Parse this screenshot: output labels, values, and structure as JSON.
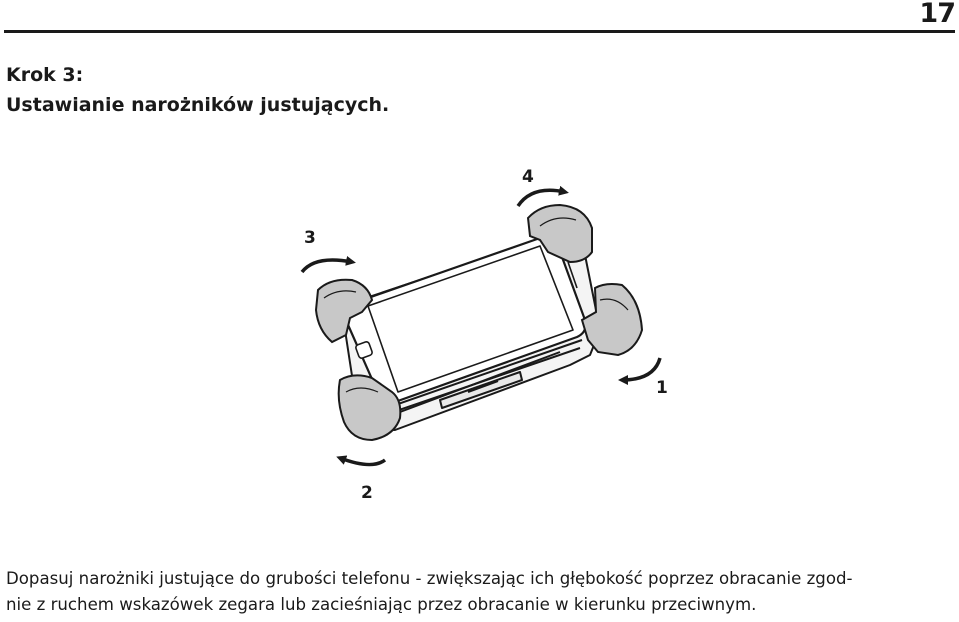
{
  "page": {
    "number": "17"
  },
  "heading": {
    "step": "Krok 3:",
    "title": "Ustawianie narożników justujących."
  },
  "figure": {
    "labels": [
      "1",
      "2",
      "3",
      "4"
    ],
    "icons": [
      "rotate-clockwise-arrow-icon",
      "rotate-counterclockwise-arrow-icon"
    ]
  },
  "body": {
    "line1": "Dopasuj narożniki justujące do grubości telefonu - zwiększając ich głębokość poprzez obracanie zgod-",
    "line2": "nie z ruchem wskazówek zegara lub zacieśniając przez obracanie w kierunku przeciwnym."
  }
}
